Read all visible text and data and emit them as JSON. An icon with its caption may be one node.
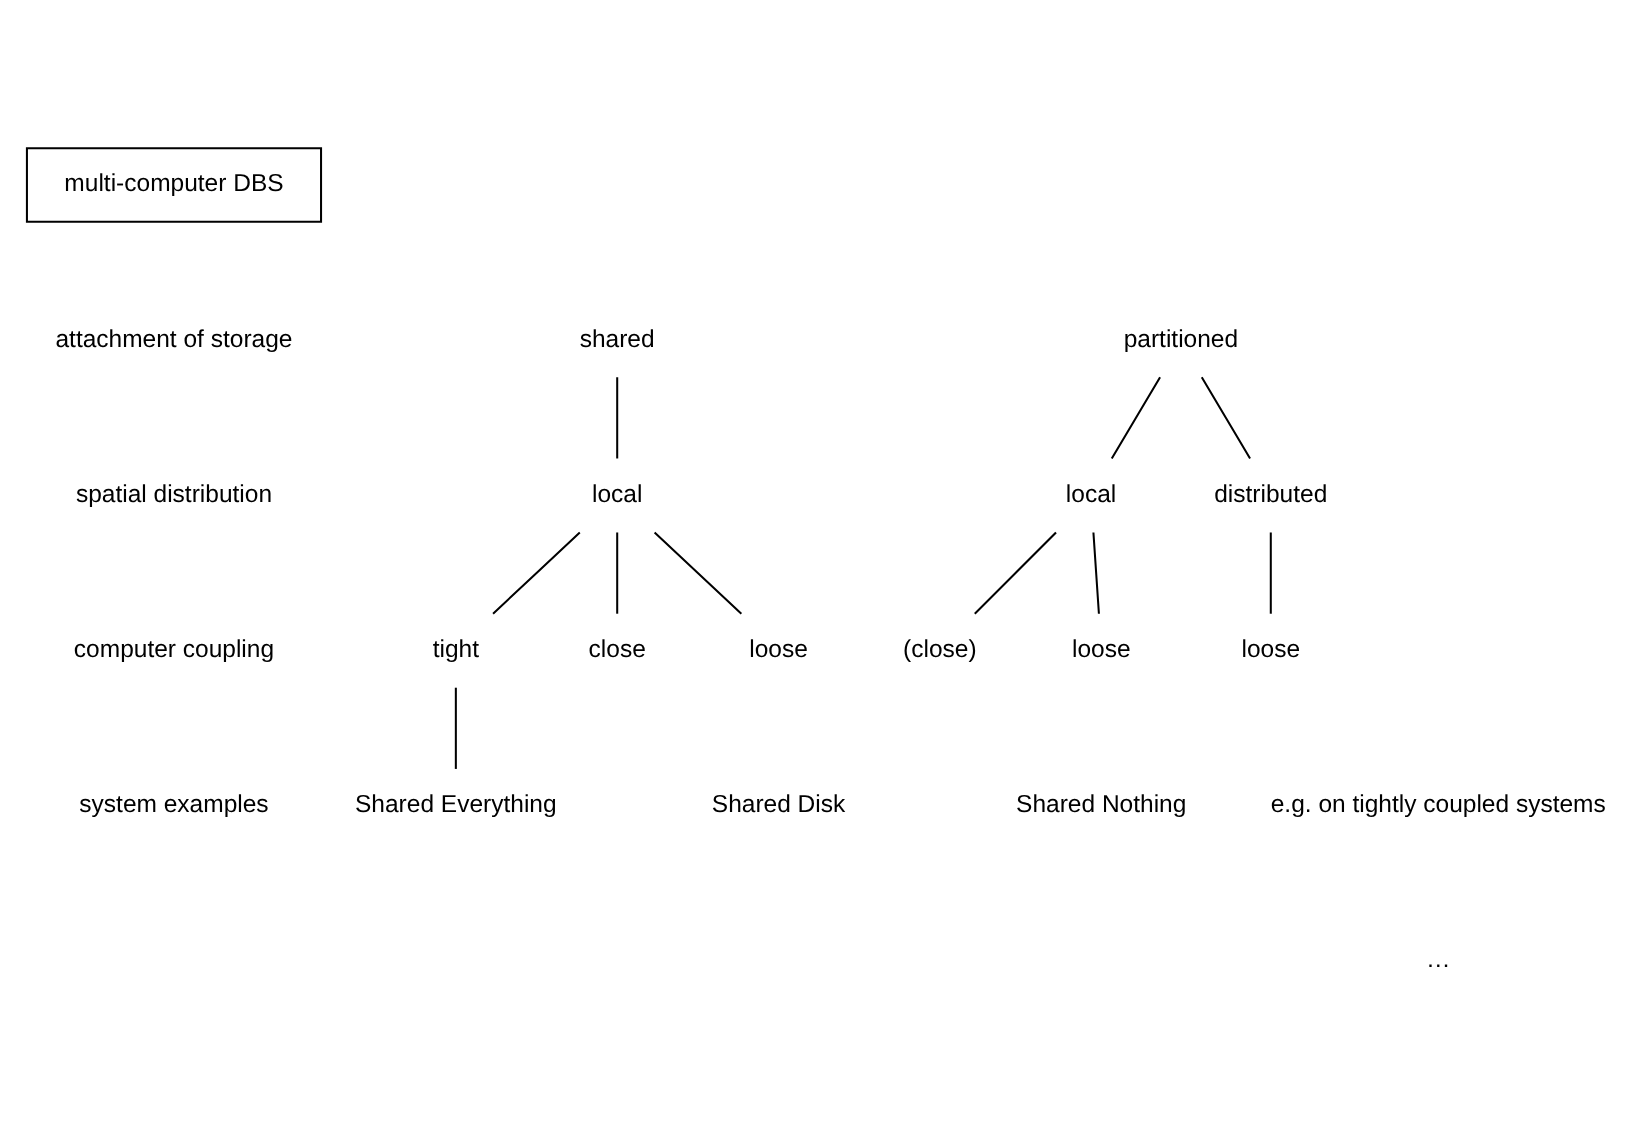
{
  "diagram": {
    "nodes": [
      {
        "text": [
          "multi-computer DBS"
        ]
      },
      {
        "text": [
          "shared"
        ]
      },
      {
        "text": [
          "partitioned"
        ]
      },
      {
        "text": [
          "local"
        ]
      },
      {
        "text": [
          "local"
        ]
      },
      {
        "text": [
          "distributed"
        ]
      },
      {
        "text": [
          "tight"
        ]
      },
      {
        "text": [
          "close"
        ]
      },
      {
        "text": [
          "loose"
        ]
      },
      {
        "text": [
          "(close)"
        ]
      },
      {
        "text": [
          "loose"
        ]
      },
      {
        "text": [
          "loose"
        ]
      },
      {
        "text": [
          "Shared Everything"
        ]
      }
    ],
    "edges": [
      {
        "from": 1,
        "to": 3,
        "arrow": "none"
      },
      {
        "from": 2,
        "to": 4,
        "arrow": "none"
      },
      {
        "from": 2,
        "to": 5,
        "arrow": "none"
      },
      {
        "from": 3,
        "to": 6,
        "arrow": "none"
      },
      {
        "from": 3,
        "to": 7,
        "arrow": "none"
      },
      {
        "from": 3,
        "to": 8,
        "arrow": "none"
      },
      {
        "from": 4,
        "to": 9,
        "arrow": "none"
      },
      {
        "from": 4,
        "to": 10,
        "arrow": "none"
      },
      {
        "from": 5,
        "to": 11,
        "arrow": "none"
      },
      {
        "from": 6,
        "to": 12,
        "arrow": "none"
      }
    ],
    "labels": [
      "attachment of storage",
      "spatial distribution",
      "computer coupling",
      "Shared Disk",
      "Shared Nothing",
      "system examples",
      "e.g. on tightly coupled systems",
      "…"
    ]
  }
}
